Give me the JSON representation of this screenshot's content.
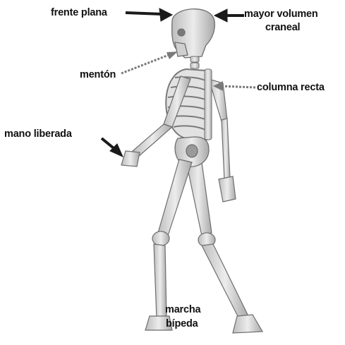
{
  "labels": {
    "frente_plana": "frente plana",
    "mayor_volumen_line1": "mayor volumen",
    "mayor_volumen_line2": "craneal",
    "menton": "mentón",
    "columna_recta": "columna recta",
    "mano_liberada": "mano liberada",
    "marcha_line1": "marcha",
    "marcha_line2": "bípeda"
  },
  "colors": {
    "bone": "#d8d8d8",
    "bone_outline": "#6e6e6e",
    "arrow": "#1a1a1a",
    "text": "#111111"
  }
}
